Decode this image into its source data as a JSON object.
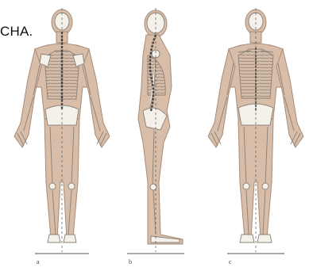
{
  "caption": "CHA.",
  "figures": [
    {
      "label": "a"
    },
    {
      "label": "b"
    },
    {
      "label": "c"
    }
  ],
  "colors": {
    "skin": "#d8bda8",
    "skin_edge": "#a88b78",
    "bone": "#f4f1ea",
    "bone_edge": "#8a8178",
    "plumb_line": "#555555"
  }
}
